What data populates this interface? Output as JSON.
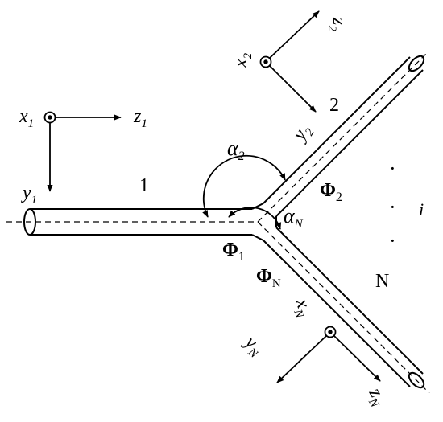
{
  "branches": {
    "b1": "1",
    "b2": "2",
    "bn": "N",
    "bi": "i"
  },
  "angles": {
    "a2": "α",
    "a2_sub": "2",
    "an": "α",
    "an_sub": "N"
  },
  "flux": {
    "phi1": "Φ",
    "phi1_sub": "1",
    "phi2": "Φ",
    "phi2_sub": "2",
    "phin": "Φ",
    "phin_sub": "N"
  },
  "frame1": {
    "x": "x",
    "x_sub": "1",
    "y": "y",
    "y_sub": "1",
    "z": "z",
    "z_sub": "1"
  },
  "frame2": {
    "x": "x",
    "x_sub": "2",
    "y": "y",
    "y_sub": "2",
    "z": "z",
    "z_sub": "2"
  },
  "frameN": {
    "x": "x",
    "x_sub": "N",
    "y": "y",
    "y_sub": "N",
    "z": "z",
    "z_sub": "N"
  },
  "dots": "·"
}
